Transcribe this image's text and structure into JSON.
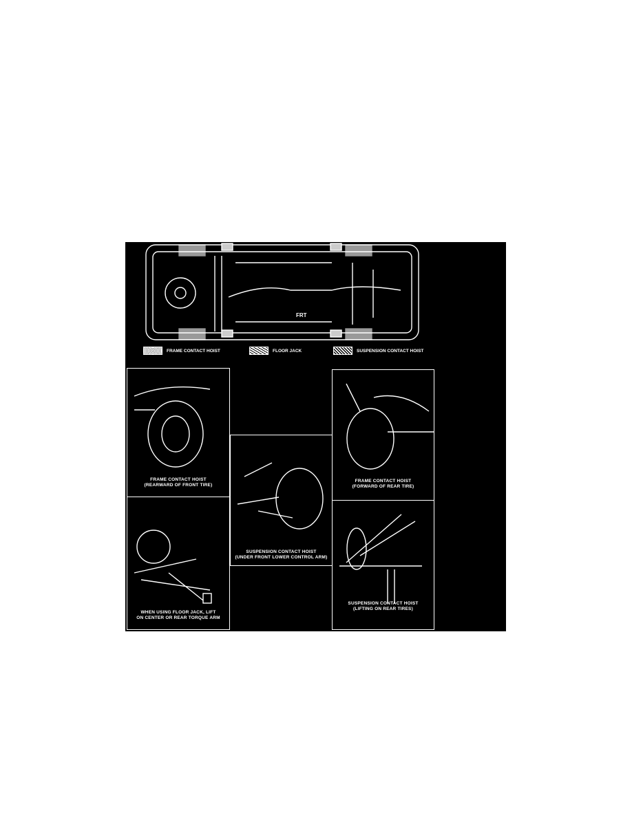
{
  "legend": {
    "frame": "FRAME CONTACT HOIST",
    "jack": "FLOOR JACK",
    "suspension": "SUSPENSION CONTACT HOIST"
  },
  "frt_label": "FRT",
  "panels": {
    "front_frame": [
      "FRAME CONTACT HOIST",
      "(REARWARD OF FRONT TIRE)"
    ],
    "floor_jack": [
      "WHEN USING FLOOR JACK, LIFT",
      "ON CENTER OR REAR TORQUE ARM"
    ],
    "front_susp": [
      "SUSPENSION CONTACT HOIST",
      "(UNDER FRONT LOWER CONTROL ARM)"
    ],
    "rear_frame": [
      "FRAME CONTACT HOIST",
      "(FORWARD OF REAR TIRE)"
    ],
    "rear_susp": [
      "SUSPENSION CONTACT HOIST",
      "(LIFTING ON REAR TIRES)"
    ]
  }
}
